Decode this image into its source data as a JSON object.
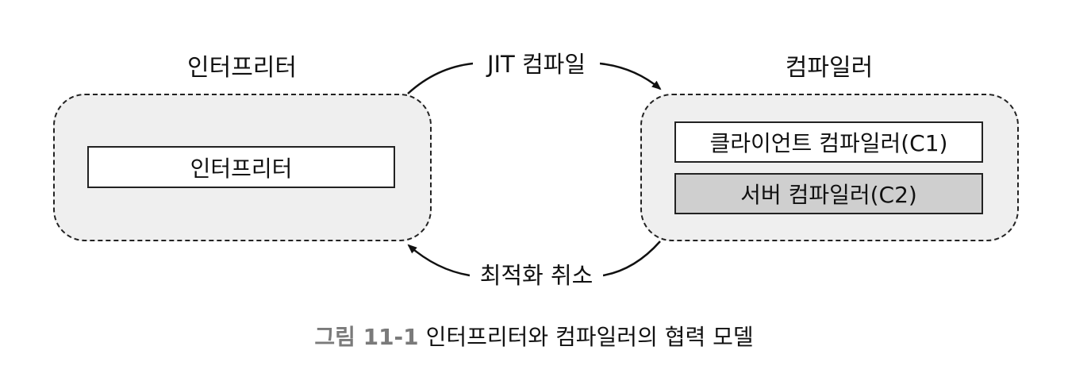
{
  "interpreter": {
    "title": "인터프리터",
    "box_label": "인터프리터"
  },
  "compiler": {
    "title": "컴파일러",
    "client_label": "클라이언트 컴파일러(C1)",
    "server_label": "서버 컴파일러(C2)"
  },
  "flows": {
    "jit_label": "JIT 컴파일",
    "deopt_label": "최적화 취소"
  },
  "caption": {
    "number": "그림 11-1",
    "text": "인터프리터와 컴파일러의 협력 모델"
  },
  "colors": {
    "group_fill": "#efefef",
    "server_box_fill": "#cfcfcf",
    "caption_number": "#7a7a7a"
  }
}
